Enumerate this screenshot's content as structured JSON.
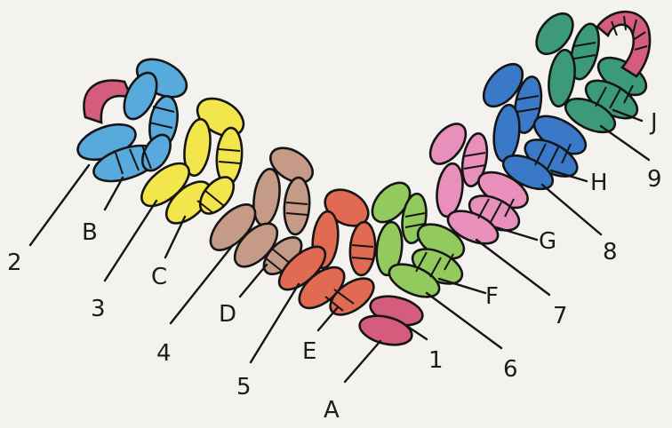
{
  "colors": {
    "blue": "#58a9dc",
    "yellow": "#f3e54c",
    "brown": "#c59a86",
    "red": "#e06a52",
    "green": "#93ca5e",
    "pink": "#e88fbc",
    "darkblue": "#3a78c8",
    "teal": "#3c9a78",
    "magenta": "#d45c7c",
    "outline": "#151515",
    "paper": "#f3f2ee"
  },
  "labels": {
    "n1": "1",
    "n2": "2",
    "n3": "3",
    "n4": "4",
    "n5": "5",
    "n6": "6",
    "n7": "7",
    "n8": "8",
    "n9": "9",
    "A": "A",
    "B": "B",
    "C": "C",
    "D": "D",
    "E": "E",
    "F": "F",
    "G": "G",
    "H": "H",
    "J": "J"
  }
}
